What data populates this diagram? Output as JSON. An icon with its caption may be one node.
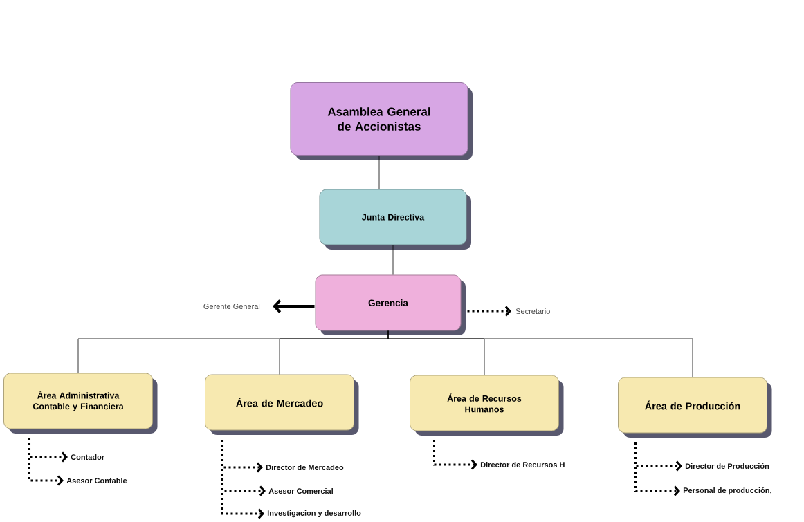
{
  "diagram": {
    "nodes": [
      {
        "text": [
          "Asamblea General de Accionistas"
        ]
      },
      {
        "text": [
          "Junta Directiva"
        ]
      },
      {
        "text": [
          "Gerencia"
        ]
      },
      {
        "text": [
          "Gerente General"
        ]
      },
      {
        "text": [
          "Secretario"
        ]
      },
      {
        "text": [
          "Área Administrativa Contable y Financiera"
        ]
      },
      {
        "text": [
          "Área de Mercadeo"
        ]
      },
      {
        "text": [
          "Área de Recursos Humanos"
        ]
      },
      {
        "text": [
          "Área de Producción"
        ]
      },
      {
        "text": [
          "Contador"
        ]
      },
      {
        "text": [
          "Asesor Contable"
        ]
      },
      {
        "text": [
          "Director de Mercadeo"
        ]
      },
      {
        "text": [
          "Asesor Comercial"
        ]
      },
      {
        "text": [
          "Investigacion y desarrollo"
        ]
      },
      {
        "text": [
          "Director de Recursos H"
        ]
      },
      {
        "text": [
          "Director de Producción"
        ]
      },
      {
        "text": [
          "Personal de producción,"
        ]
      }
    ],
    "edges": [
      {
        "from": 0,
        "to": 1,
        "arrow": "none"
      },
      {
        "from": 1,
        "to": 2,
        "arrow": "none"
      },
      {
        "from": 2,
        "to": 3,
        "arrow": "to"
      },
      {
        "from": 2,
        "to": 4,
        "arrow": "to",
        "style": "dashed"
      },
      {
        "from": 2,
        "to": 5,
        "arrow": "none"
      },
      {
        "from": 2,
        "to": 6,
        "arrow": "none"
      },
      {
        "from": 2,
        "to": 7,
        "arrow": "none"
      },
      {
        "from": 2,
        "to": 8,
        "arrow": "none"
      },
      {
        "from": 5,
        "to": 9,
        "arrow": "to",
        "style": "dashed"
      },
      {
        "from": 5,
        "to": 10,
        "arrow": "to",
        "style": "dashed"
      },
      {
        "from": 6,
        "to": 11,
        "arrow": "to",
        "style": "dashed"
      },
      {
        "from": 6,
        "to": 12,
        "arrow": "to",
        "style": "dashed"
      },
      {
        "from": 6,
        "to": 13,
        "arrow": "to",
        "style": "dashed"
      },
      {
        "from": 7,
        "to": 14,
        "arrow": "to",
        "style": "dashed"
      },
      {
        "from": 8,
        "to": 15,
        "arrow": "to",
        "style": "dashed"
      },
      {
        "from": 8,
        "to": 16,
        "arrow": "to",
        "style": "dashed"
      }
    ]
  }
}
